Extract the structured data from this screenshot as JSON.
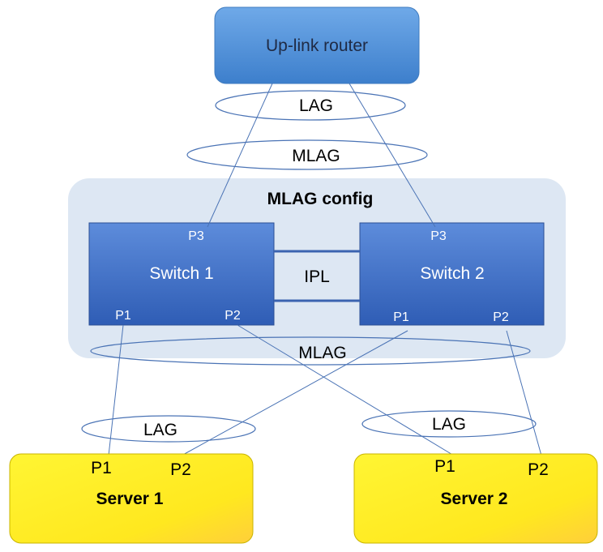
{
  "router": {
    "label": "Up-link router"
  },
  "bundles": {
    "router_lag": "LAG",
    "router_mlag": "MLAG",
    "server_mlag": "MLAG",
    "server1_lag": "LAG",
    "server2_lag": "LAG"
  },
  "group": {
    "title": "MLAG config"
  },
  "switch1": {
    "label": "Switch 1",
    "p3": "P3",
    "p1": "P1",
    "p2": "P2"
  },
  "switch2": {
    "label": "Switch 2",
    "p3": "P3",
    "p1": "P1",
    "p2": "P2"
  },
  "ipl": {
    "label": "IPL"
  },
  "server1": {
    "label": "Server 1",
    "p1": "P1",
    "p2": "P2"
  },
  "server2": {
    "label": "Server 2",
    "p1": "P1",
    "p2": "P2"
  },
  "colors": {
    "router_fill": "#4a8fd6",
    "switch_fill": "#3f6fc8",
    "group_bg": "#dde7f3",
    "server_fill": "#ffee33",
    "link": "#4a73b5"
  }
}
